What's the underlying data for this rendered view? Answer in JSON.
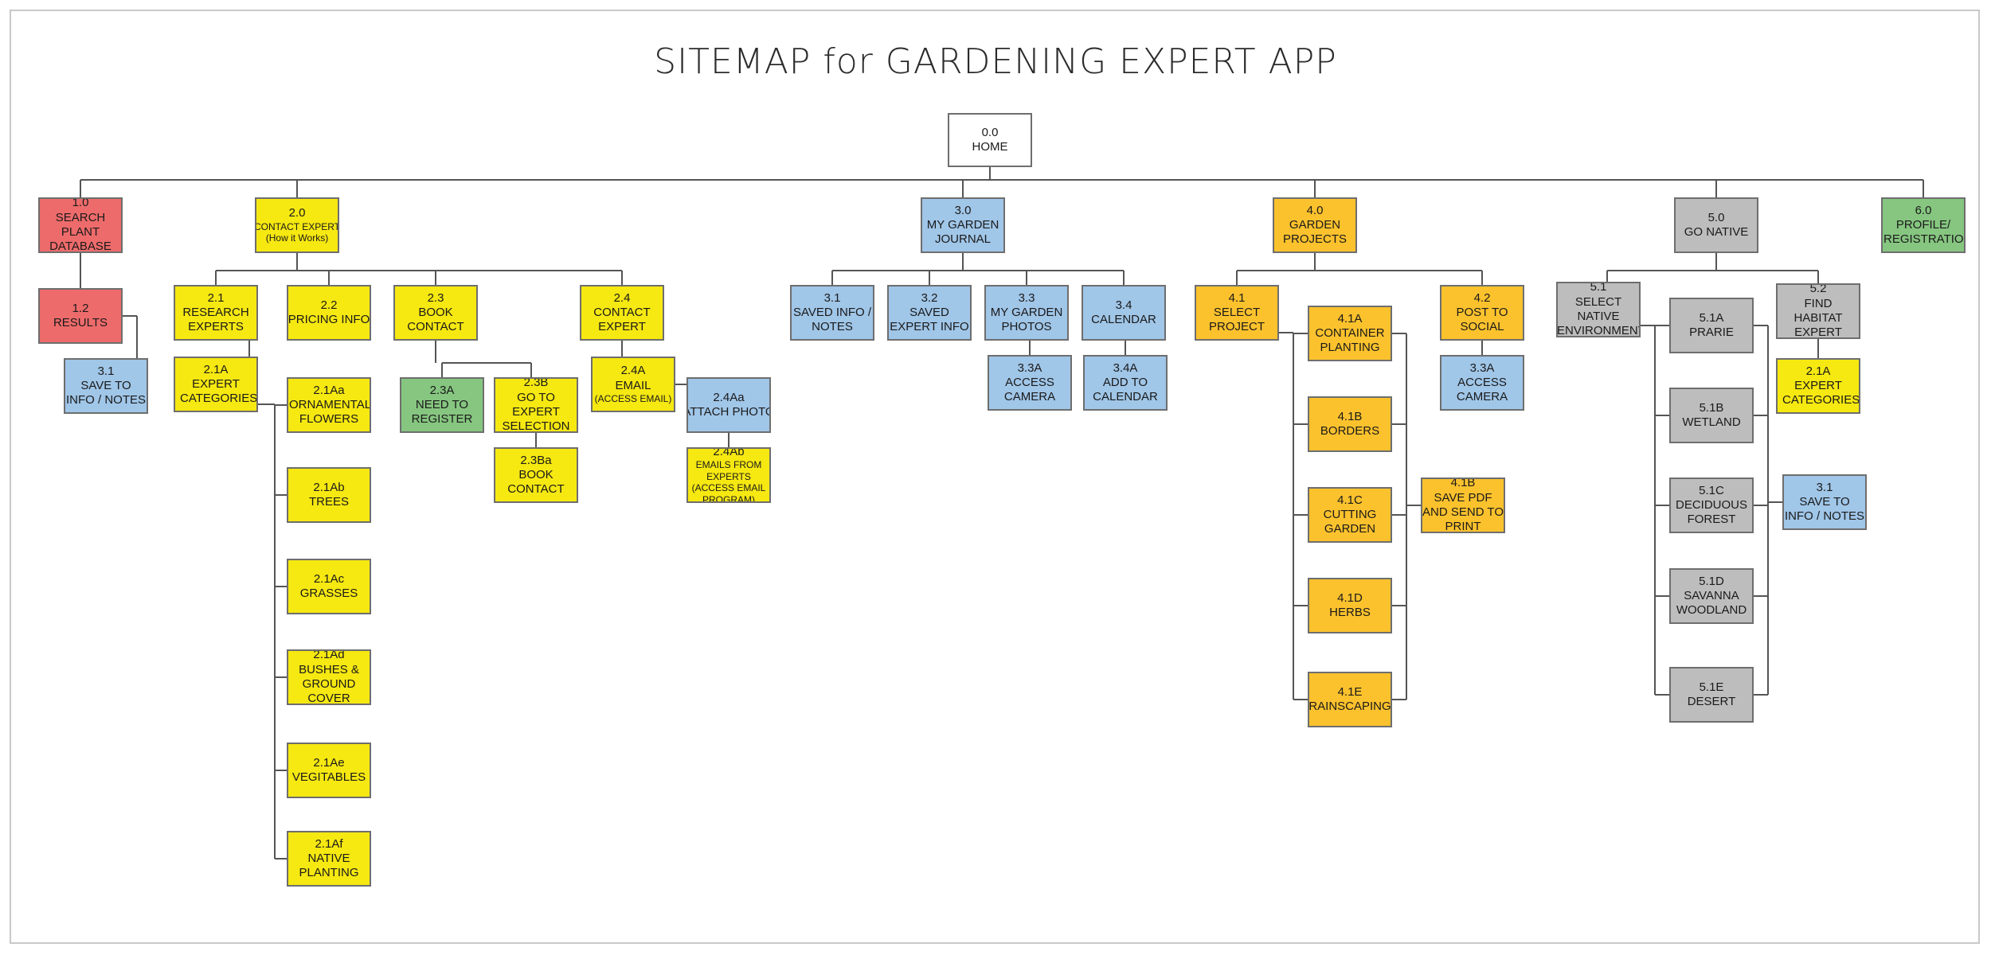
{
  "title": "SITEMAP for GARDENING EXPERT APP",
  "nodes": {
    "n00": {
      "code": "0.0",
      "label": "HOME"
    },
    "n10": {
      "code": "1.0",
      "label": "SEARCH PLANT DATABASE"
    },
    "n12": {
      "code": "1.2",
      "label": "RESULTS"
    },
    "n31a": {
      "code": "3.1",
      "label": "SAVE TO INFO / NOTES"
    },
    "n20": {
      "code": "2.0",
      "label": "CONTACT EXPERT",
      "note": "(How it Works)"
    },
    "n21": {
      "code": "2.1",
      "label": "RESEARCH EXPERTS"
    },
    "n22": {
      "code": "2.2",
      "label": "PRICING INFO"
    },
    "n23": {
      "code": "2.3",
      "label": "BOOK CONTACT"
    },
    "n24": {
      "code": "2.4",
      "label": "CONTACT EXPERT"
    },
    "n21A": {
      "code": "2.1A",
      "label": "EXPERT CATEGORIES"
    },
    "n21Aa": {
      "code": "2.1Aa",
      "label": "ORNAMENTAL FLOWERS"
    },
    "n21Ab": {
      "code": "2.1Ab",
      "label": "TREES"
    },
    "n21Ac": {
      "code": "2.1Ac",
      "label": "GRASSES"
    },
    "n21Ad": {
      "code": "2.1Ad",
      "label": "BUSHES & GROUND COVER"
    },
    "n21Ae": {
      "code": "2.1Ae",
      "label": "VEGITABLES"
    },
    "n21Af": {
      "code": "2.1Af",
      "label": "NATIVE PLANTING"
    },
    "n23A": {
      "code": "2.3A",
      "label": "NEED TO REGISTER"
    },
    "n23B": {
      "code": "2.3B",
      "label": "GO TO EXPERT SELECTION"
    },
    "n23Ba": {
      "code": "2.3Ba",
      "label": "BOOK CONTACT"
    },
    "n24A": {
      "code": "2.4A",
      "label": "EMAIL",
      "note": "(ACCESS EMAIL)"
    },
    "n24Aa": {
      "code": "2.4Aa",
      "label": "ATTACH PHOTO"
    },
    "n24Ab": {
      "code": "2.4Ab",
      "note": "EMAILS FROM EXPERTS (ACCESS EMAIL PROGRAM)"
    },
    "n30": {
      "code": "3.0",
      "label": "MY GARDEN JOURNAL"
    },
    "n31": {
      "code": "3.1",
      "label": "SAVED INFO / NOTES"
    },
    "n32": {
      "code": "3.2",
      "label": "SAVED EXPERT INFO"
    },
    "n33": {
      "code": "3.3",
      "label": "MY GARDEN PHOTOS"
    },
    "n34": {
      "code": "3.4",
      "label": "CALENDAR"
    },
    "n33A": {
      "code": "3.3A",
      "label": "ACCESS CAMERA"
    },
    "n34A": {
      "code": "3.4A",
      "label": "ADD TO CALENDAR"
    },
    "n40": {
      "code": "4.0",
      "label": "GARDEN PROJECTS"
    },
    "n41": {
      "code": "4.1",
      "label": "SELECT PROJECT"
    },
    "n42": {
      "code": "4.2",
      "label": "POST TO SOCIAL"
    },
    "n33Ab": {
      "code": "3.3A",
      "label": "ACCESS CAMERA"
    },
    "n41A": {
      "code": "4.1A",
      "label": "CONTAINER PLANTING"
    },
    "n41B": {
      "code": "4.1B",
      "label": "BORDERS"
    },
    "n41C": {
      "code": "4.1C",
      "label": "CUTTING GARDEN"
    },
    "n41D": {
      "code": "4.1D",
      "label": "HERBS"
    },
    "n41E": {
      "code": "4.1E",
      "label": "RAINSCAPING"
    },
    "n41Bp": {
      "code": "4.1B",
      "label": "SAVE PDF AND SEND TO PRINT"
    },
    "n50": {
      "code": "5.0",
      "label": "GO NATIVE"
    },
    "n51": {
      "code": "5.1",
      "label": "SELECT NATIVE ENVIRONMENT"
    },
    "n52": {
      "code": "5.2",
      "label": "FIND HABITAT EXPERT"
    },
    "n51A": {
      "code": "5.1A",
      "label": "PRARIE"
    },
    "n51B": {
      "code": "5.1B",
      "label": "WETLAND"
    },
    "n51C": {
      "code": "5.1C",
      "label": "DECIDUOUS FOREST"
    },
    "n51D": {
      "code": "5.1D",
      "label": "SAVANNA WOODLAND"
    },
    "n51E": {
      "code": "5.1E",
      "label": "DESERT"
    },
    "n21Ag": {
      "code": "2.1A",
      "label": "EXPERT CATEGORIES"
    },
    "n31b": {
      "code": "3.1",
      "label": "SAVE TO INFO / NOTES"
    },
    "n60": {
      "code": "6.0",
      "label": "PROFILE/ REGISTRATION"
    }
  },
  "colors": {
    "home": "#ffffff",
    "search": "#ee6b6b",
    "contact": "#f6e811",
    "journal": "#a0c6e8",
    "projects": "#fcc22d",
    "native": "#bdbdbd",
    "register": "#86c680",
    "connector": "#555555"
  }
}
